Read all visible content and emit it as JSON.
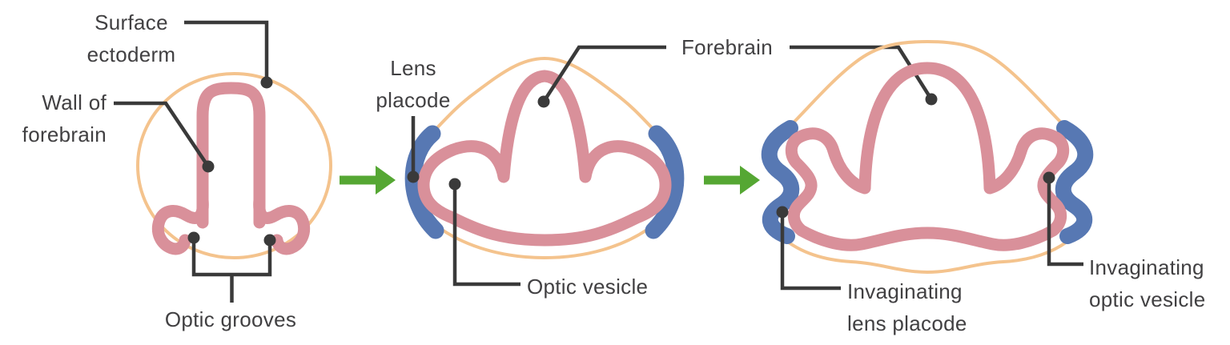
{
  "diagram": {
    "colors": {
      "surface_ectoderm": "#F4C38D",
      "neural_wall": "#D9909A",
      "lens_placode": "#5778B3",
      "arrow": "#55A733",
      "leader": "#3A3A3A",
      "label_text": "#414042",
      "background": "#FFFFFF"
    },
    "labels": {
      "surface_ectoderm": {
        "line1": "Surface",
        "line2": "ectoderm"
      },
      "wall_of_forebrain": {
        "line1": "Wall of",
        "line2": "forebrain"
      },
      "optic_grooves": {
        "line1": "Optic grooves"
      },
      "lens_placode": {
        "line1": "Lens",
        "line2": "placode"
      },
      "forebrain": {
        "line1": "Forebrain"
      },
      "optic_vesicle": {
        "line1": "Optic vesicle"
      },
      "invaginating_lens_placode": {
        "line1": "Invaginating",
        "line2": "lens placode"
      },
      "invaginating_optic_vesicle": {
        "line1": "Invaginating",
        "line2": "optic vesicle"
      }
    }
  }
}
